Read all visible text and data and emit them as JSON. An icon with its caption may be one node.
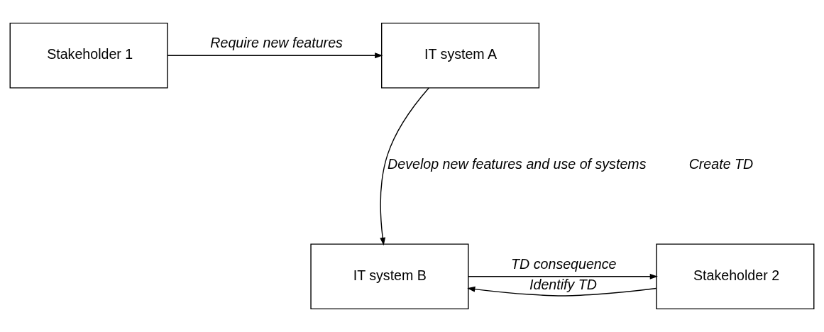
{
  "diagram": {
    "nodes": [
      {
        "text": [
          "Stakeholder 1"
        ]
      },
      {
        "text": [
          "IT system A"
        ]
      },
      {
        "text": [
          "IT system B"
        ]
      },
      {
        "text": [
          "Stakeholder 2"
        ]
      }
    ],
    "edges": [
      {
        "from": 0,
        "to": 1,
        "arrow": "to",
        "label": "Require new features"
      },
      {
        "from": 1,
        "to": 2,
        "arrow": "to",
        "label": "Develop new features and use of systems"
      },
      {
        "from": 2,
        "to": 3,
        "arrow": "to",
        "label": "TD consequence"
      },
      {
        "from": 3,
        "to": 2,
        "arrow": "to",
        "label": "Identify TD"
      }
    ],
    "labels": [
      "Create TD"
    ]
  }
}
